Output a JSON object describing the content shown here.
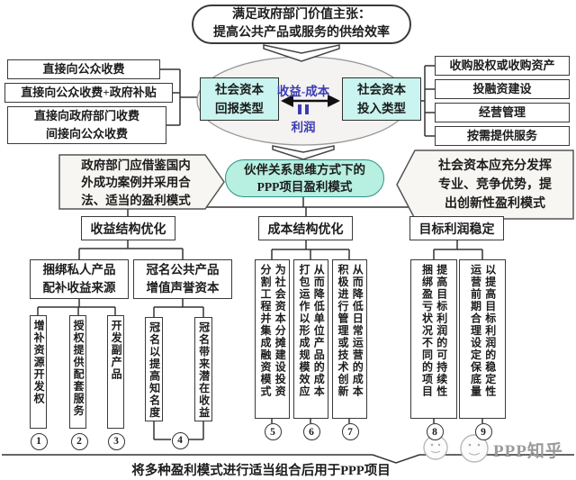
{
  "top": {
    "line1": "满足政府部门价值主张：",
    "line2": "提高公共产品或服务的供给效率"
  },
  "left_group": {
    "box1": "直接向公众收费",
    "box2": "直接向公众收费+政府补贴",
    "box3_line1": "直接向政府部门收费",
    "box3_line2": "间接向公众收费"
  },
  "right_group": {
    "box1": "收购股权或收购资产",
    "box2": "投融资建设",
    "box3": "经营管理",
    "box4": "按需提供服务"
  },
  "ellipse": {
    "return_box": {
      "line1": "社会资本",
      "line2": "回报类型"
    },
    "invest_box": {
      "line1": "社会资本",
      "line2": "投入类型"
    },
    "formula": {
      "top": "收益-成本",
      "equals_icon": "‖",
      "bottom": "利润"
    }
  },
  "gov_note": {
    "line1": "政府部门应借鉴国内",
    "line2": "外成功案例并采用合",
    "line3": "法、适当的盈利模式"
  },
  "center": {
    "line1": "伙伴关系思维方式下的",
    "line2": "PPP项目盈利模式"
  },
  "capital_note": {
    "line1": "社会资本应充分发挥",
    "line2": "专业、竞争优势，提",
    "line3": "出创新性盈利模式"
  },
  "branch_revenue": {
    "header": "收益结构优化",
    "sub1": {
      "line1": "捆绑私人产品",
      "line2": "配补收益来源"
    },
    "sub2": {
      "line1": "冠名公共产品",
      "line2": "增值声誉资本"
    },
    "v1": "增补资源开发权",
    "v2": "授权提供配套服务",
    "v3": "开发副产品",
    "v4a": "冠名以提高知名度",
    "v4b": "冠名带来潜在收益"
  },
  "branch_cost": {
    "header": "成本结构优化",
    "v5_left": "分割工程并集成融资模式",
    "v5_right": "为社会资本分摊建设投资",
    "v6_left": "打包运作以形成规模效应",
    "v6_right": "从而降低单位产品的成本",
    "v7_left": "积极进行管理或技术创新",
    "v7_right": "从而降低日常运营的成本"
  },
  "branch_target": {
    "header": "目标利润稳定",
    "v8_left": "捆绑盈亏状况不同的项目",
    "v8_right": "提高目标利润的可持续性",
    "v9_left": "运营前期合理设定保底量",
    "v9_right": "以提高目标利润的稳定性"
  },
  "numbers": {
    "n1": "1",
    "n2": "2",
    "n3": "3",
    "n4": "4",
    "n5": "5",
    "n6": "6",
    "n7": "7",
    "n8": "8",
    "n9": "9"
  },
  "conclusion": "将多种盈利模式进行适当组合后用于PPP项目",
  "watermark": "PPP知乎",
  "colors": {
    "cyan_box": "#c9f4ef",
    "center_node": "#b7efe0",
    "formula_text": "#3b3bb4",
    "line": "#333333",
    "ellipse_fill": "#f4f3f1",
    "watermark_gray": "#9a9a9a"
  }
}
